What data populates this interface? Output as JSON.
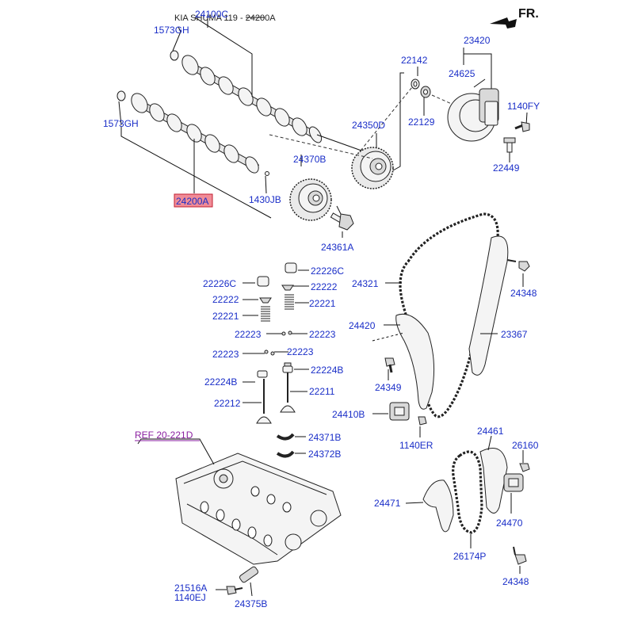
{
  "header": {
    "title": "KIA SHUMA 119 - 24200A",
    "direction": "FR."
  },
  "colors": {
    "label": "#1a2ec8",
    "reference": "#8a1fa0",
    "highlight_fill": "#f08c97",
    "highlight_stroke": "#c21f31"
  },
  "labels": {
    "p24100C": "24100C",
    "p1573GH_top": "1573GH",
    "p1573GH_mid": "1573GH",
    "p24200A": "24200A",
    "p1430JB": "1430JB",
    "p24370B": "24370B",
    "p24361A": "24361A",
    "p24350D": "24350D",
    "p22142": "22142",
    "p22129": "22129",
    "p23420": "23420",
    "p24625": "24625",
    "p1140FY": "1140FY",
    "p22449": "22449",
    "p22226C_r": "22226C",
    "p22226C_l": "22226C",
    "p22222_r": "22222",
    "p22222_l": "22222",
    "p22221_r": "22221",
    "p22221_l": "22221",
    "p22223_a": "22223",
    "p22223_b": "22223",
    "p22223_c": "22223",
    "p22223_d": "22223",
    "p22224B_l": "22224B",
    "p22224B_r": "22224B",
    "p22212": "22212",
    "p22211": "22211",
    "p24321": "24321",
    "p24348_top": "24348",
    "p24420": "24420",
    "p23367": "23367",
    "p24349": "24349",
    "p24410B": "24410B",
    "p1140ER": "1140ER",
    "p24371B": "24371B",
    "p24372B": "24372B",
    "ref_20_221D": "REF 20-221D",
    "p24461": "24461",
    "p26160": "26160",
    "p24471": "24471",
    "p24470": "24470",
    "p26174P": "26174P",
    "p24348_bot": "24348",
    "p21516A": "21516A",
    "p1140EJ": "1140EJ",
    "p24375B": "24375B"
  }
}
